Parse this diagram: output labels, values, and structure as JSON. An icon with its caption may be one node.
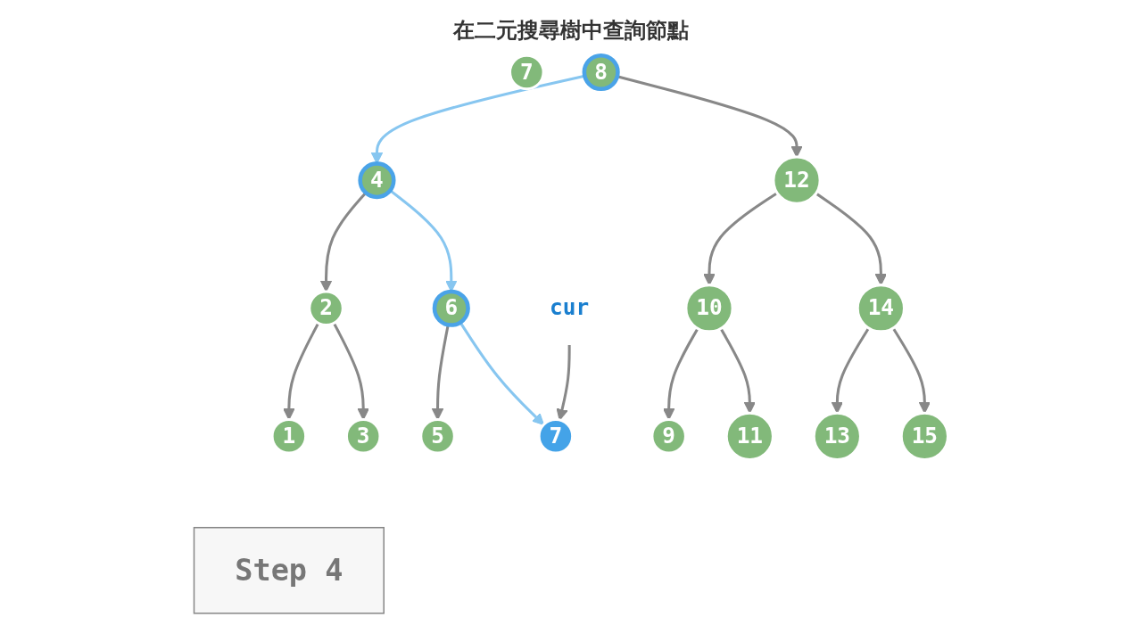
{
  "diagram": {
    "title": "在二元搜尋樹中查詢節點",
    "nodes": [
      {
        "text": [
          "7"
        ]
      },
      {
        "text": [
          "8"
        ]
      },
      {
        "text": [
          "4"
        ]
      },
      {
        "text": [
          "12"
        ]
      },
      {
        "text": [
          "2"
        ]
      },
      {
        "text": [
          "6"
        ]
      },
      {
        "text": [
          "10"
        ]
      },
      {
        "text": [
          "14"
        ]
      },
      {
        "text": [
          "1"
        ]
      },
      {
        "text": [
          "3"
        ]
      },
      {
        "text": [
          "5"
        ]
      },
      {
        "text": [
          "7"
        ]
      },
      {
        "text": [
          "9"
        ]
      },
      {
        "text": [
          "11"
        ]
      },
      {
        "text": [
          "13"
        ]
      },
      {
        "text": [
          "15"
        ]
      },
      {
        "text": [
          "cur"
        ]
      },
      {
        "text": [
          "Step 4"
        ]
      }
    ],
    "edges": [
      {
        "from": 1,
        "to": 2,
        "arrow": "to",
        "color": "#87c6f0"
      },
      {
        "from": 1,
        "to": 3,
        "arrow": "to"
      },
      {
        "from": 2,
        "to": 4,
        "arrow": "to"
      },
      {
        "from": 2,
        "to": 5,
        "arrow": "to",
        "color": "#87c6f0"
      },
      {
        "from": 3,
        "to": 6,
        "arrow": "to"
      },
      {
        "from": 3,
        "to": 7,
        "arrow": "to"
      },
      {
        "from": 4,
        "to": 8,
        "arrow": "to"
      },
      {
        "from": 4,
        "to": 9,
        "arrow": "to"
      },
      {
        "from": 5,
        "to": 10,
        "arrow": "to"
      },
      {
        "from": 5,
        "to": 11,
        "arrow": "to",
        "color": "#87c6f0"
      },
      {
        "from": 6,
        "to": 12,
        "arrow": "to"
      },
      {
        "from": 6,
        "to": 13,
        "arrow": "to"
      },
      {
        "from": 7,
        "to": 14,
        "arrow": "to"
      },
      {
        "from": 7,
        "to": 15,
        "arrow": "to"
      },
      {
        "from": 16,
        "to": 11,
        "arrow": "to"
      }
    ]
  }
}
